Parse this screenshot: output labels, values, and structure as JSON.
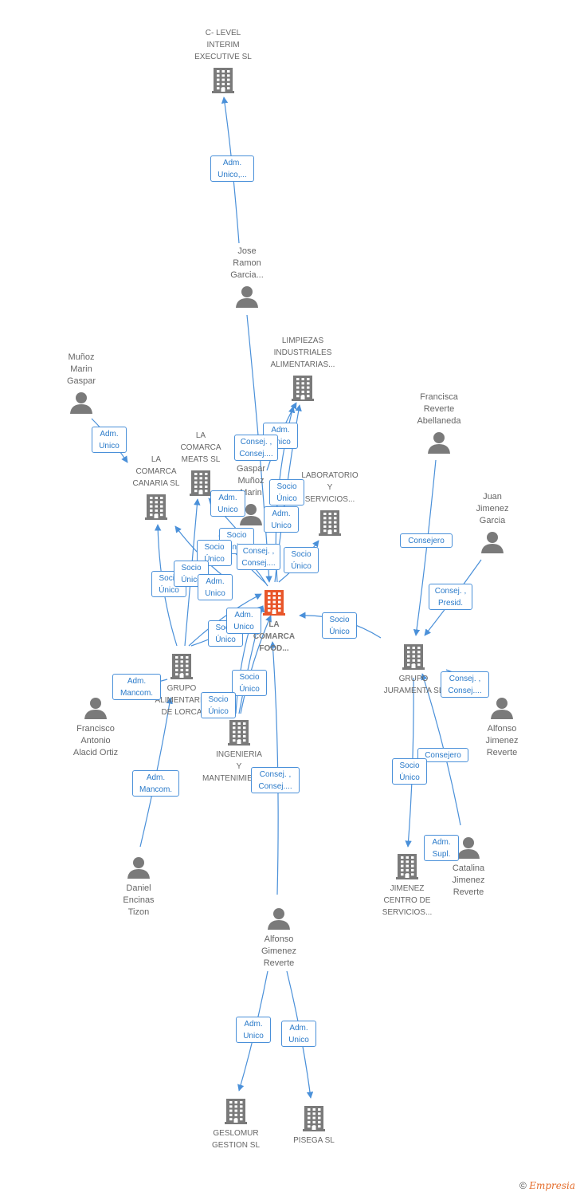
{
  "colors": {
    "edge": "#4a90d9",
    "node": "#7a7a7a",
    "center": "#e8562a"
  },
  "nodes": [
    {
      "id": "clevel",
      "kind": "company",
      "label": "C- LEVEL\nINTERIM\nEXECUTIVE  SL"
    },
    {
      "id": "jose",
      "kind": "person",
      "label": "Jose\nRamon\nGarcia..."
    },
    {
      "id": "limpiezas",
      "kind": "company",
      "label": "LIMPIEZAS\nINDUSTRIALES\nALIMENTARIAS..."
    },
    {
      "id": "munoz",
      "kind": "person",
      "label": "Muñoz\nMarin\nGaspar"
    },
    {
      "id": "canaria",
      "kind": "company",
      "label": "LA\nCOMARCA\nCANARIA SL"
    },
    {
      "id": "meats",
      "kind": "company",
      "label": "LA\nCOMARCA\nMEATS  SL"
    },
    {
      "id": "gaspar",
      "kind": "person",
      "label": "Gaspar\nMuñoz\nMarin"
    },
    {
      "id": "laboratorio",
      "kind": "company",
      "label": "LABORATORIO\nY\nSERVICIOS..."
    },
    {
      "id": "francisca",
      "kind": "person",
      "label": "Francisca\nReverte\nAbellaneda"
    },
    {
      "id": "juan",
      "kind": "person",
      "label": "Juan\nJimenez\nGarcia"
    },
    {
      "id": "center",
      "kind": "center",
      "label": "LA\nCOMARCA\nFOOD..."
    },
    {
      "id": "grupolorca",
      "kind": "company",
      "label": "GRUPO\nALIMENTARIO\nDE LORCA"
    },
    {
      "id": "jumenta",
      "kind": "company",
      "label": "GRUPO\nJURAMENTA SL"
    },
    {
      "id": "franciscoa",
      "kind": "person",
      "label": "Francisco\nAntonio\nAlacid Ortiz"
    },
    {
      "id": "ingenieria",
      "kind": "company",
      "label": "INGENIERIA\nY\nMANTENIMIENTO..."
    },
    {
      "id": "alfonsojr",
      "kind": "person",
      "label": "Alfonso\nJimenez\nReverte"
    },
    {
      "id": "daniel",
      "kind": "person",
      "label": "Daniel\nEncinas\nTizon"
    },
    {
      "id": "jimenezcentro",
      "kind": "company",
      "label": "JIMENEZ\nCENTRO DE\nSERVICIOS..."
    },
    {
      "id": "catalina",
      "kind": "person",
      "label": "Catalina\nJimenez\nReverte"
    },
    {
      "id": "alfonsog",
      "kind": "person",
      "label": "Alfonso\nGimenez\nReverte"
    },
    {
      "id": "geslomur",
      "kind": "company",
      "label": "GESLOMUR\nGESTION SL"
    },
    {
      "id": "pisega",
      "kind": "company",
      "label": "PISEGA  SL"
    }
  ],
  "edges": [
    {
      "id": "e1",
      "label": "Adm.\nUnico,..."
    },
    {
      "id": "e2",
      "label": "Adm.\nUnico"
    },
    {
      "id": "e3",
      "label": "Consej. ,\nConsej...."
    },
    {
      "id": "e4",
      "label": "Adm.\nUnico"
    },
    {
      "id": "e5",
      "label": "Socio\nÚnico"
    },
    {
      "id": "e6",
      "label": "Adm.\nUnico"
    },
    {
      "id": "e7",
      "label": "Adm.\nUnico"
    },
    {
      "id": "e8",
      "label": "Socio\nÚnico"
    },
    {
      "id": "e9",
      "label": "Consej. ,\nConsej...."
    },
    {
      "id": "e10",
      "label": "Socio\nÚnico"
    },
    {
      "id": "e11",
      "label": "Socio\nÚnico"
    },
    {
      "id": "e12",
      "label": "Socio\nÚnico"
    },
    {
      "id": "e13",
      "label": "Socio\nÚnico"
    },
    {
      "id": "e14",
      "label": "Adm.\nUnico"
    },
    {
      "id": "e15",
      "label": "Socio\nÚnico"
    },
    {
      "id": "e16",
      "label": "Adm.\nUnico"
    },
    {
      "id": "e17",
      "label": "Socio\nÚnico"
    },
    {
      "id": "e18",
      "label": "Socio\nÚnico"
    },
    {
      "id": "e19",
      "label": "Socio\nÚnico"
    },
    {
      "id": "e20",
      "label": "Consejero"
    },
    {
      "id": "e21",
      "label": "Consej. ,\nPresid."
    },
    {
      "id": "e22",
      "label": "Consej. ,\nConsej...."
    },
    {
      "id": "e23",
      "label": "Consejero"
    },
    {
      "id": "e24",
      "label": "Socio\nÚnico"
    },
    {
      "id": "e25",
      "label": "Adm.\nSupl."
    },
    {
      "id": "e26",
      "label": "Adm.\nMancom."
    },
    {
      "id": "e27",
      "label": "Adm.\nMancom."
    },
    {
      "id": "e28",
      "label": "Consej. ,\nConsej...."
    },
    {
      "id": "e29",
      "label": "Adm.\nUnico"
    },
    {
      "id": "e30",
      "label": "Adm.\nUnico"
    }
  ],
  "footer": {
    "copyright": "©",
    "brand": "Empresia"
  }
}
